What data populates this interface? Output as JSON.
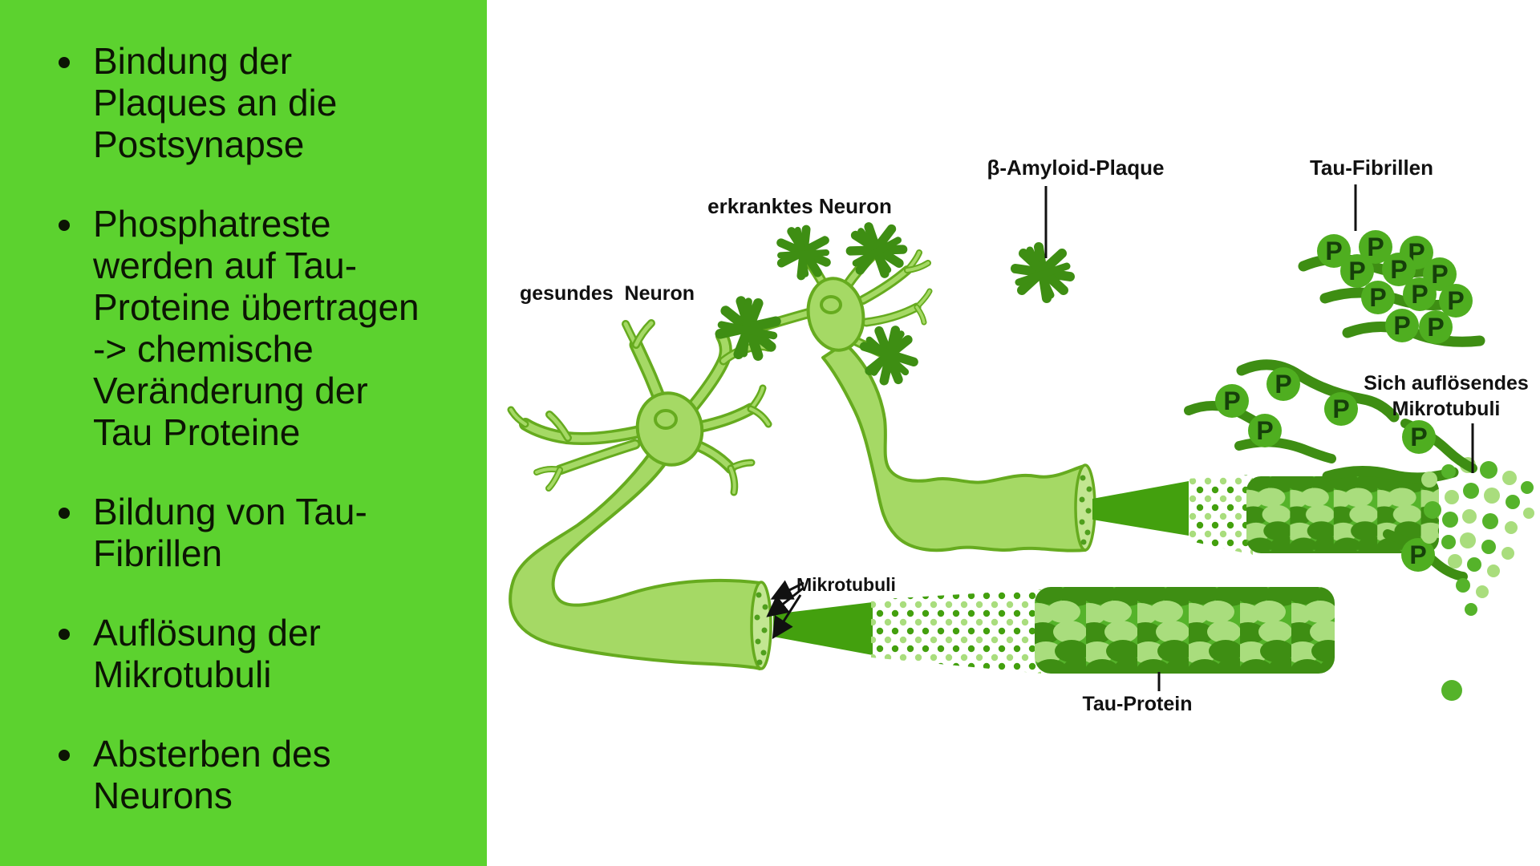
{
  "sidebar": {
    "background_color": "#5cd22f",
    "bullets": [
      {
        "lines": [
          "Bindung der",
          "Plaques an die",
          "Postsynapse"
        ]
      },
      {
        "lines": [
          "Phosphatreste",
          "werden auf Tau-",
          "Proteine übertragen",
          "-> chemische",
          "Veränderung der",
          "Tau Proteine"
        ]
      },
      {
        "lines": [
          "Bildung von Tau-",
          "Fibrillen"
        ]
      },
      {
        "lines": [
          "Auflösung der",
          "Mikrotubuli"
        ]
      },
      {
        "lines": [
          "Absterben des",
          "Neurons"
        ]
      }
    ]
  },
  "diagram": {
    "labels": {
      "healthy_neuron": "gesundes  Neuron",
      "diseased_neuron": "erkranktes Neuron",
      "amyloid_plaque": "β-Amyloid-Plaque",
      "tau_fibrils": "Tau-Fibrillen",
      "dissolving_microtubule_line1": "Sich auflösendes",
      "dissolving_microtubule_line2": "Mikrotubuli",
      "microtubule": "Mikrotubuli",
      "tau_protein": "Tau-Protein",
      "phosphate": "P"
    },
    "colors": {
      "panel_green": "#5cd22f",
      "neuron_fill": "#a5d965",
      "neuron_outline": "#66ab1f",
      "dark_green": "#3e8e13",
      "mid_green": "#55b32a",
      "pale_green": "#a9dd7d",
      "cone_green": "#43a00e",
      "cut_face": "#c2e691",
      "phosphate_circle": "#4fae20",
      "label_text": "#111111"
    }
  }
}
